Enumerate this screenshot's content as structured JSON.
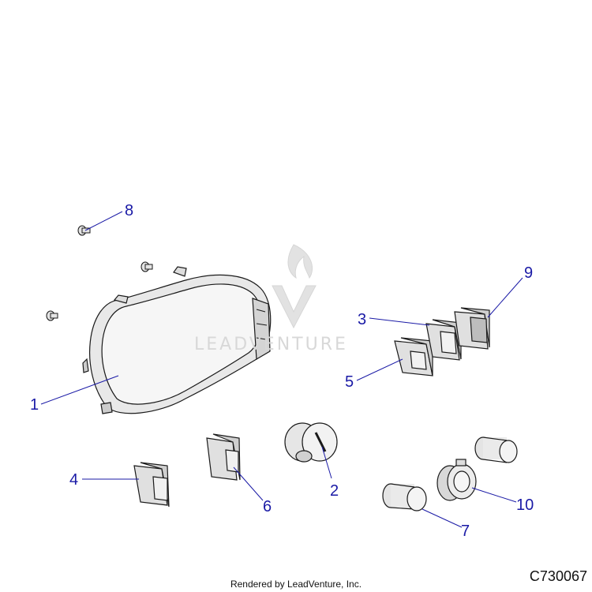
{
  "watermark": {
    "text": "LEADVENTURE"
  },
  "callouts": [
    {
      "id": "c1",
      "label": "1"
    },
    {
      "id": "c2",
      "label": "2"
    },
    {
      "id": "c3",
      "label": "3"
    },
    {
      "id": "c4",
      "label": "4"
    },
    {
      "id": "c5",
      "label": "5"
    },
    {
      "id": "c6",
      "label": "6"
    },
    {
      "id": "c7",
      "label": "7"
    },
    {
      "id": "c8",
      "label": "8"
    },
    {
      "id": "c9",
      "label": "9"
    },
    {
      "id": "c10",
      "label": "10"
    }
  ],
  "footer": {
    "credit": "Rendered by LeadVenture, Inc.",
    "drawing_id": "C730067"
  },
  "colors": {
    "line": "#1a1a1a",
    "leader": "#1a1aa6",
    "part_fill": "#e6e6e6",
    "part_dark": "#bdbdbd",
    "watermark": "#dcdcdc"
  }
}
